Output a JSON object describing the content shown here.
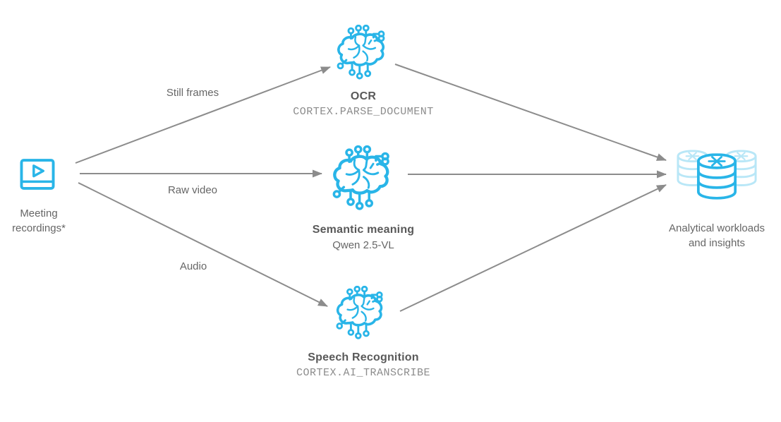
{
  "colors": {
    "accent": "#29B5E8",
    "accent_soft": "#A8E0F6",
    "arrow": "#8C8C8C",
    "title_text": "#595959",
    "body_text": "#666666",
    "code_text": "#8C8C8C",
    "background": "#FFFFFF"
  },
  "source": {
    "label": "Meeting recordings*",
    "icon": "video-player-icon"
  },
  "inputs": [
    "Still frames",
    "Raw video",
    "Audio"
  ],
  "processors": [
    {
      "title": "OCR",
      "subtitle": "CORTEX.PARSE_DOCUMENT",
      "icon": "brain-circuit-icon"
    },
    {
      "title": "Semantic meaning",
      "subtitle": "Qwen 2.5-VL",
      "icon": "brain-circuit-icon"
    },
    {
      "title": "Speech Recognition",
      "subtitle": "CORTEX.AI_TRANSCRIBE",
      "icon": "brain-circuit-icon"
    }
  ],
  "sink": {
    "label": "Analytical workloads and insights",
    "icon": "snowflake-database-icon"
  }
}
